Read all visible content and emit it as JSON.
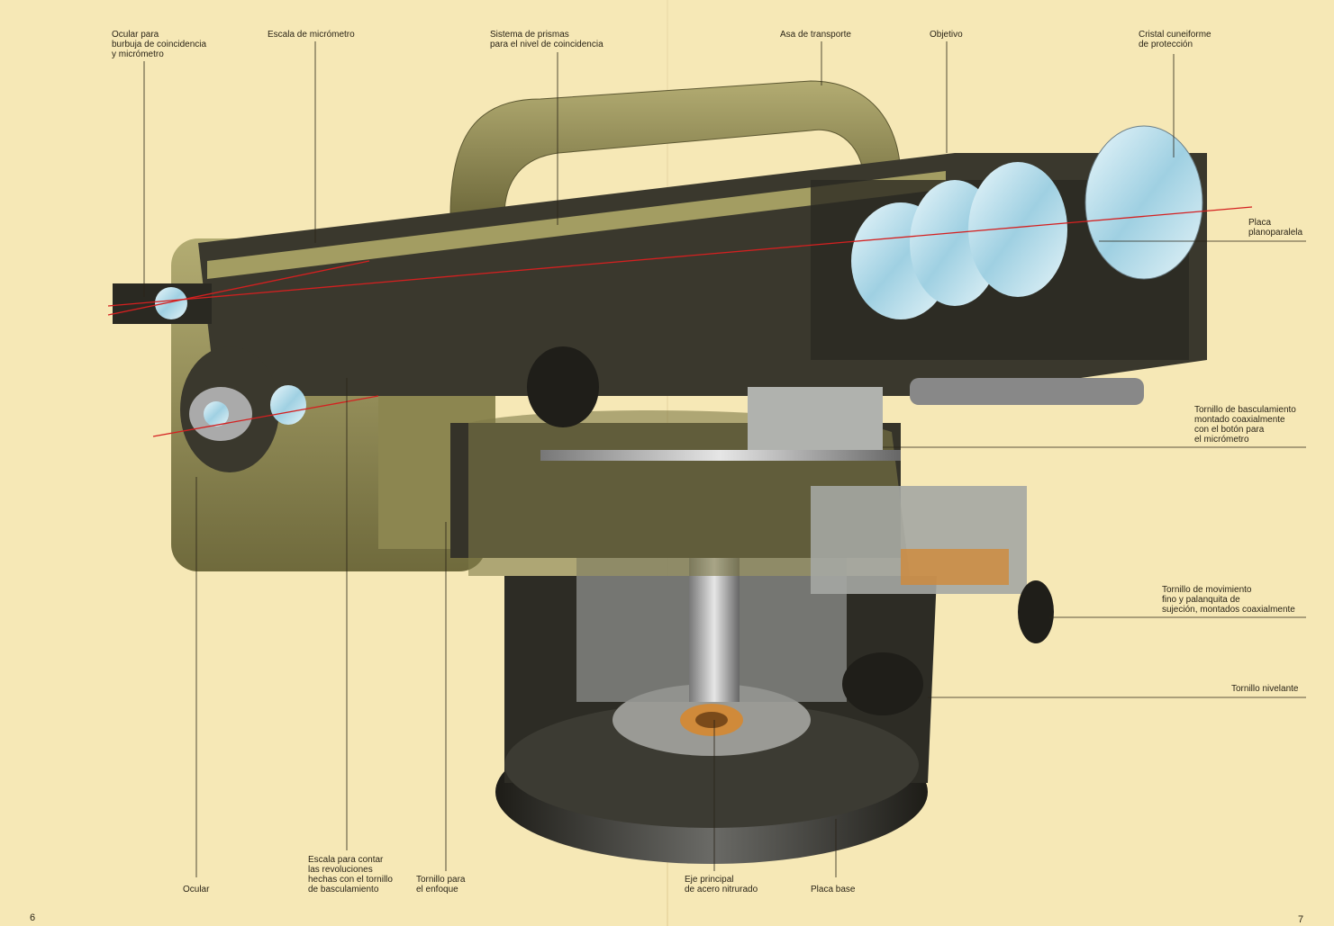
{
  "labels": {
    "ocular_burbuja": "Ocular para\nburbuja de coincidencia\ny micrómetro",
    "escala_micrometro": "Escala de micrómetro",
    "sistema_prismas": "Sistema de prismas\npara el nivel de coincidencia",
    "asa_transporte": "Asa de transporte",
    "objetivo": "Objetivo",
    "cristal_cuneiforme": "Cristal cuneiforme\nde protección",
    "placa_planoparalela": "Placa\nplanoparalela",
    "tornillo_basculamiento": "Tornillo de basculamiento\nmontado coaxialmente\ncon el botón para\nel micrómetro",
    "tornillo_movimiento": "Tornillo de movimiento\nfino y palanquita de\nsujeción, montados coaxialmente",
    "tornillo_nivelante": "Tornillo nivelante",
    "ocular": "Ocular",
    "escala_revoluciones": "Escala para contar\nlas revoluciones\nhechas con el tornillo\nde basculamiento",
    "tornillo_enfoque": "Tornillo para\nel enfoque",
    "eje_principal": "Eje principal\nde acero nitrurado",
    "placa_base": "Placa base"
  },
  "page_numbers": {
    "left": "6",
    "right": "7"
  },
  "colors": {
    "paper": "#f6e8b6",
    "body": "#8c8650",
    "dark": "#2b2a22",
    "metal": "#b9c0c4",
    "lens": "#bfe3ef",
    "ray": "#d42020",
    "brass": "#d08a3a"
  }
}
